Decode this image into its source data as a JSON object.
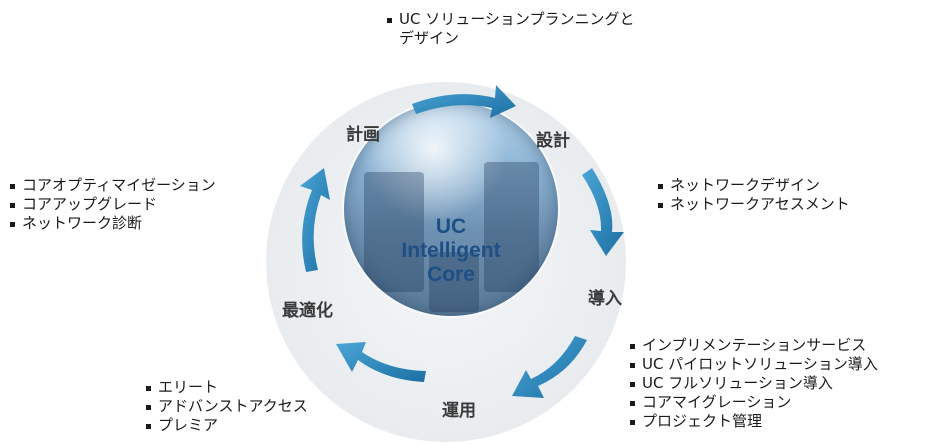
{
  "core": {
    "line1": "UC",
    "line2": "Intelligent",
    "line3": "Core"
  },
  "stages": {
    "plan": "計画",
    "design": "設計",
    "implement": "導入",
    "operate": "運用",
    "optimize": "最適化"
  },
  "lists": {
    "plan_design": [
      "UC ソリューションプランニングと",
      "デザイン"
    ],
    "design": [
      "ネットワークデザイン",
      "ネットワークアセスメント"
    ],
    "implement": [
      "インプリメンテーションサービス",
      "UC パイロットソリューション導入",
      "UC フルソリューション導入",
      "コアマイグレーション",
      "プロジェクト管理"
    ],
    "operate": [
      "エリート",
      "アドバンストアクセス",
      "プレミア"
    ],
    "optimize": [
      "コアオプティマイゼーション",
      "コアアップグレード",
      "ネットワーク診断"
    ]
  },
  "colors": {
    "arrow": "#2a84b8",
    "core_text": "#1d4f86"
  }
}
